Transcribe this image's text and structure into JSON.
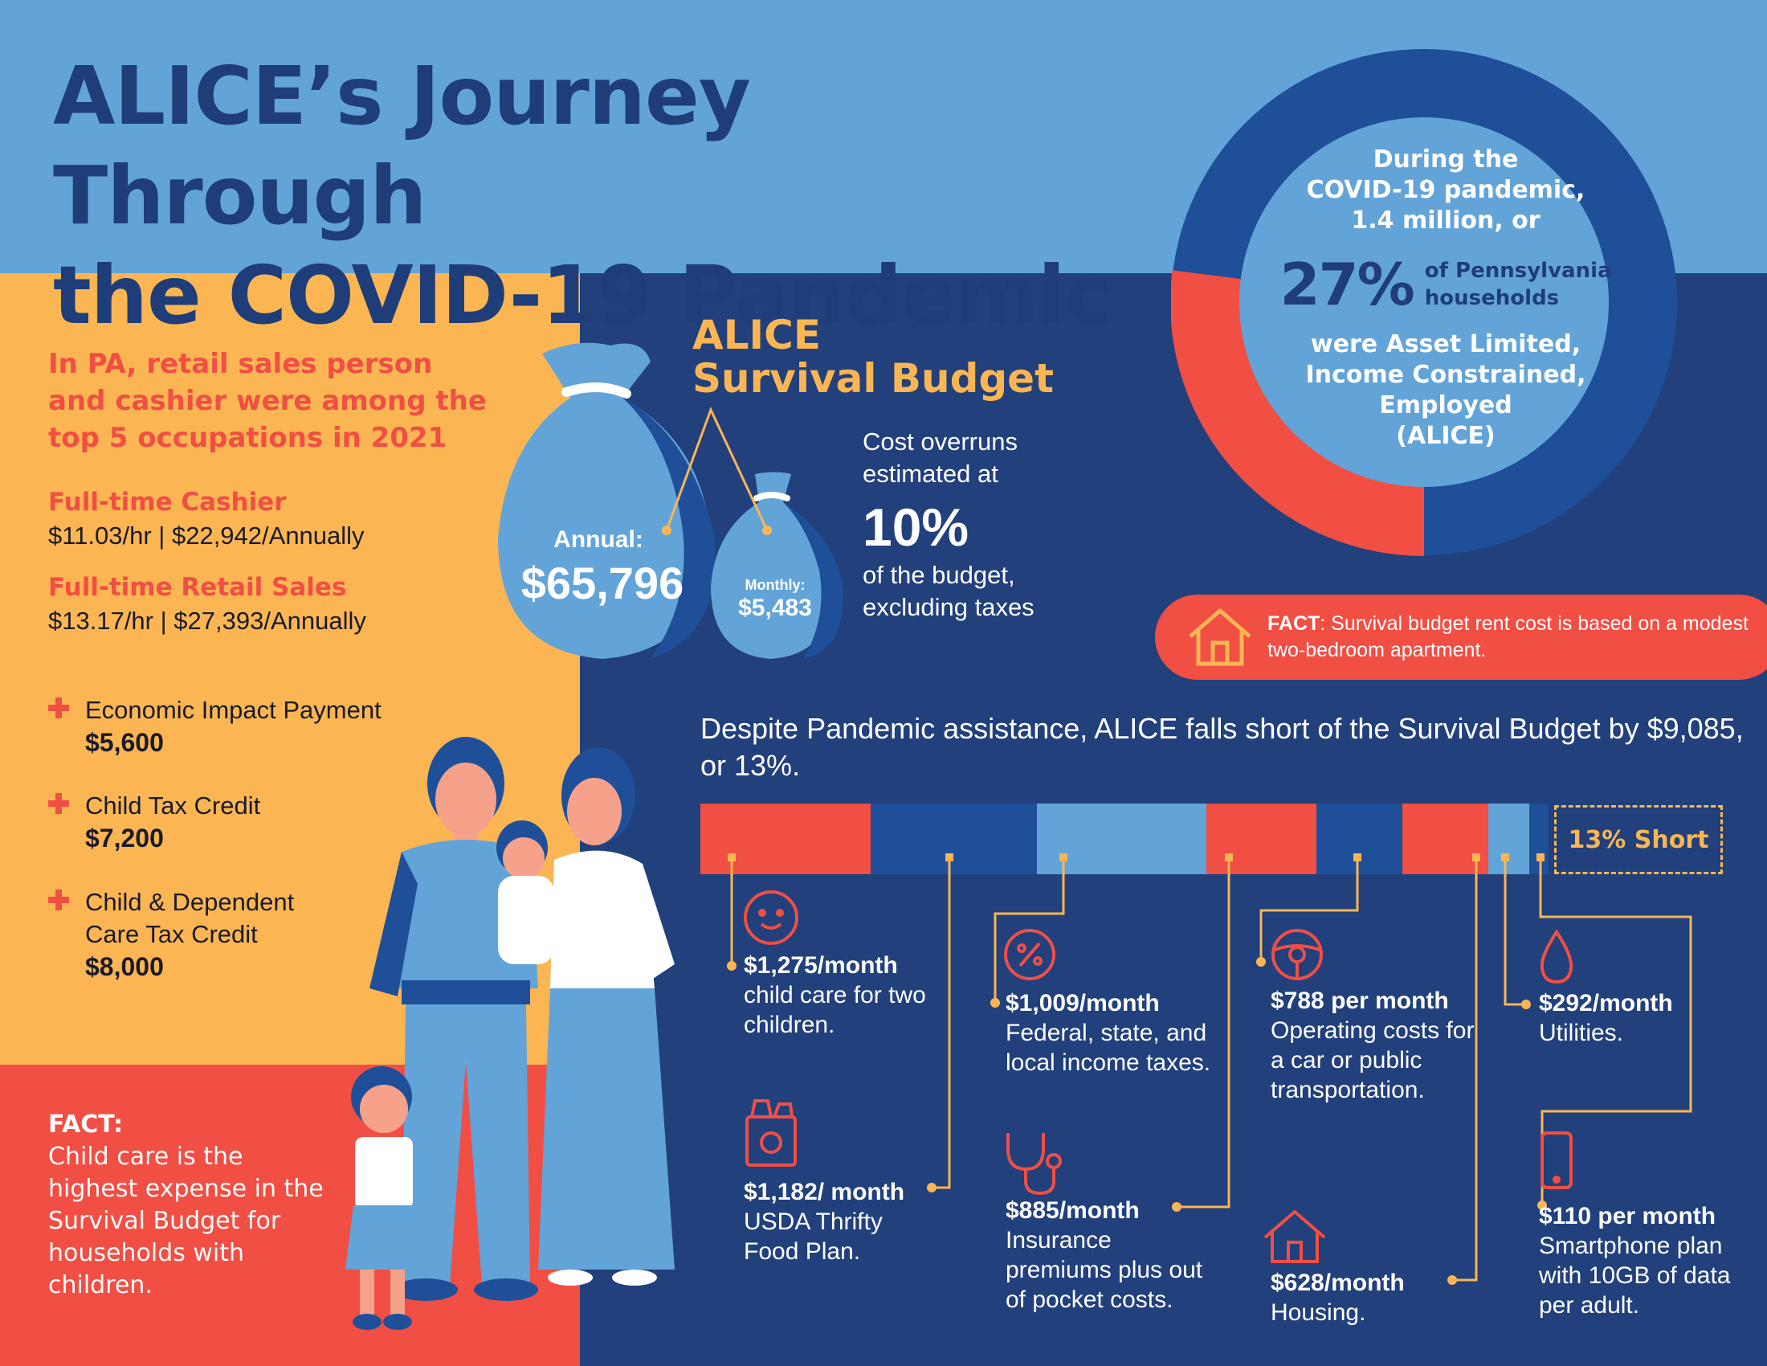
{
  "title": {
    "line1": "ALICE’s Journey Through",
    "line2": "the COVID-19 Pandemic"
  },
  "donut": {
    "line1": "During the",
    "line2": "COVID-19 pandemic,",
    "line3": "1.4 million, or",
    "percent": "27%",
    "percent_side1": "of Pennsylvania",
    "percent_side2": "households",
    "line4": "were Asset Limited,",
    "line5": "Income Constrained,",
    "line6": "Employed",
    "line7": "(ALICE)",
    "alice_fraction": 0.27
  },
  "occupations": {
    "heading": "In PA, retail sales person and cashier were among the top 5 occupations in 2021",
    "cashier_title": "Full-time Cashier",
    "cashier_pay": "$11.03/hr | $22,942/Annually",
    "retail_title": "Full-time Retail Sales",
    "retail_pay": "$13.17/hr | $27,393/Annually"
  },
  "assistance": [
    {
      "label": "Economic Impact Payment",
      "amount": "$5,600"
    },
    {
      "label": "Child Tax Credit",
      "amount": "$7,200"
    },
    {
      "label": "Child & Dependent Care Tax Credit",
      "amount": "$8,000"
    }
  ],
  "fact_left": {
    "heading": "FACT:",
    "text": "Child care is the highest expense in the Survival Budget for households with children."
  },
  "budget": {
    "title_line1": "ALICE",
    "title_line2": "Survival Budget",
    "annual_label": "Annual:",
    "annual_value": "$65,796",
    "monthly_label": "Monthly:",
    "monthly_value": "$5,483",
    "overrun_pre": "Cost overruns estimated at",
    "overrun_pct": "10%",
    "overrun_post": "of the budget, excluding taxes"
  },
  "fact_pill": {
    "label": "FACT",
    "text": ": Survival budget rent cost is based on a modest two-bedroom apartment."
  },
  "despite": "Despite Pandemic assistance, ALICE falls short of the Survival Budget by $9,085, or 13%.",
  "short_label": "13% Short",
  "colors": {
    "navy": "#21407c",
    "dark_blue": "#1f4f99",
    "light_blue": "#63a4d8",
    "red": "#f14e44",
    "yellow": "#fbb653"
  },
  "expenses": {
    "childcare": {
      "amount": "$1,275/month",
      "desc": "child care for two children."
    },
    "food": {
      "amount": "$1,182/ month",
      "desc": "USDA Thrifty Food Plan."
    },
    "taxes": {
      "amount": "$1,009/month",
      "desc": "Federal, state, and local income taxes."
    },
    "insurance": {
      "amount": "$885/month",
      "desc": "Insurance premiums plus out of pocket costs."
    },
    "transport": {
      "amount": "$788 per month",
      "desc": "Operating costs for a car or public transportation."
    },
    "housing": {
      "amount": "$628/month",
      "desc": "Housing."
    },
    "utilities": {
      "amount": "$292/month",
      "desc": "Utilities."
    },
    "phone": {
      "amount": "$110 per month",
      "desc": "Smartphone plan with 10GB of data per adult."
    }
  }
}
